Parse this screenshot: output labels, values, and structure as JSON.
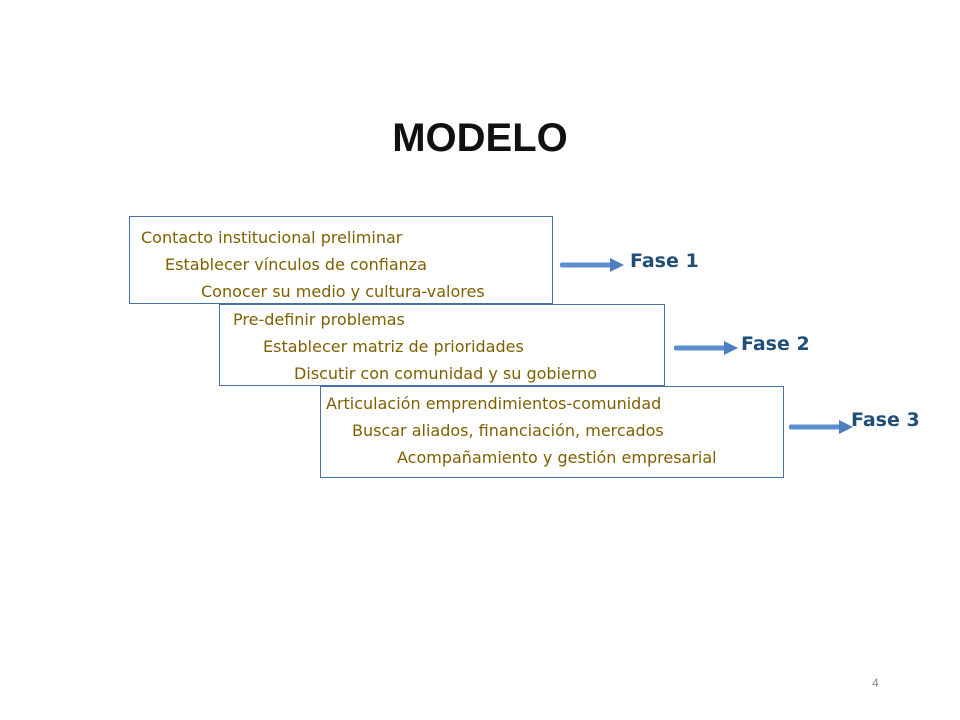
{
  "title": "MODELO",
  "phases": [
    {
      "label": "Fase 1",
      "lines": [
        "Contacto institucional preliminar",
        "Establecer vínculos de confianza",
        "Conocer su medio y cultura-valores"
      ]
    },
    {
      "label": "Fase 2",
      "lines": [
        "Pre-definir problemas",
        "Establecer matriz de prioridades",
        "Discutir con comunidad y su gobierno"
      ]
    },
    {
      "label": "Fase 3",
      "lines": [
        "Articulación emprendimientos-comunidad",
        "Buscar aliados, financiación, mercados",
        "Acompañamiento y gestión empresarial"
      ]
    }
  ],
  "page_number": "4",
  "colors": {
    "box_text": "#7f5f00",
    "phase_text": "#1f4e79",
    "arrow": "#5b8fd0",
    "box_border": "#4a6fa5"
  }
}
